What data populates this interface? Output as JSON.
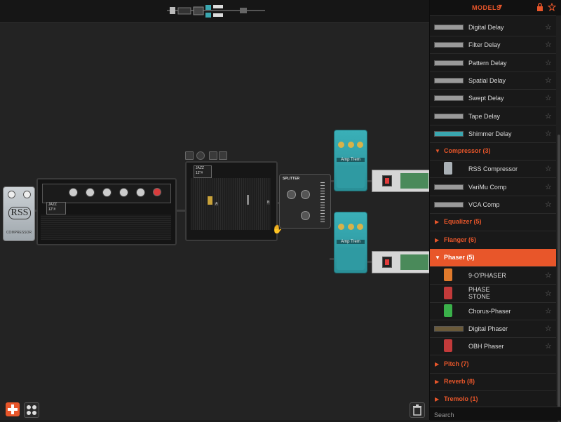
{
  "sidebar": {
    "title": "MODELS",
    "search_placeholder": "Search",
    "rows": [
      {
        "kind": "item",
        "label": "Digital Delay",
        "thumb": "rack-silver"
      },
      {
        "kind": "item",
        "label": "Filter Delay",
        "thumb": "rack-silver"
      },
      {
        "kind": "item",
        "label": "Pattern Delay",
        "thumb": "rack-silver"
      },
      {
        "kind": "item",
        "label": "Spatial Delay",
        "thumb": "rack-silver"
      },
      {
        "kind": "item",
        "label": "Swept Delay",
        "thumb": "rack-silver"
      },
      {
        "kind": "item",
        "label": "Tape Delay",
        "thumb": "rack-silver"
      },
      {
        "kind": "item",
        "label": "Shimmer Delay",
        "thumb": "rack-teal"
      },
      {
        "kind": "cat",
        "label": "Compressor (3)",
        "expanded": true
      },
      {
        "kind": "item",
        "label": "RSS Compressor",
        "thumb": "pedal-silver"
      },
      {
        "kind": "item",
        "label": "VariMu Comp",
        "thumb": "rack-silver"
      },
      {
        "kind": "item",
        "label": "VCA Comp",
        "thumb": "rack-silver"
      },
      {
        "kind": "cat",
        "label": "Equalizer (5)",
        "expanded": false
      },
      {
        "kind": "cat",
        "label": "Flanger (6)",
        "expanded": false
      },
      {
        "kind": "cat",
        "label": "Phaser (5)",
        "expanded": true,
        "active": true
      },
      {
        "kind": "item",
        "label": "9-O'PHASER",
        "thumb": "pedal-orange"
      },
      {
        "kind": "item",
        "label": "PHASE STONE",
        "line1": "PHASE",
        "line2": "STONE",
        "thumb": "pedal-red"
      },
      {
        "kind": "item",
        "label": "Chorus-Phaser",
        "thumb": "pedal-green"
      },
      {
        "kind": "item",
        "label": "Digital Phaser",
        "thumb": "rack-dark"
      },
      {
        "kind": "item",
        "label": "OBH Phaser",
        "thumb": "pedal-red"
      },
      {
        "kind": "cat",
        "label": "Pitch (7)",
        "expanded": false
      },
      {
        "kind": "cat",
        "label": "Reverb (8)",
        "expanded": false
      },
      {
        "kind": "cat",
        "label": "Tremolo (1)",
        "expanded": false
      }
    ]
  },
  "chain": {
    "comp_pedal": {
      "logo": "RSS",
      "sub": "COMPRESSOR"
    },
    "amp": {
      "badge_line1": "JAZZ",
      "badge_line2": "12\"#"
    },
    "cab": {
      "badge_line1": "JAZZ",
      "badge_line2": "12\"#",
      "mic_a": "A",
      "mic_b": "B"
    },
    "splitter": {
      "title": "SPLITTER"
    },
    "amp_trem_top": {
      "label": "Amp Trem"
    },
    "amp_trem_bottom": {
      "label": "Amp Trem"
    }
  },
  "colors": {
    "accent": "#e8562a",
    "teal": "#3aa7b0",
    "canvas": "#232323"
  }
}
